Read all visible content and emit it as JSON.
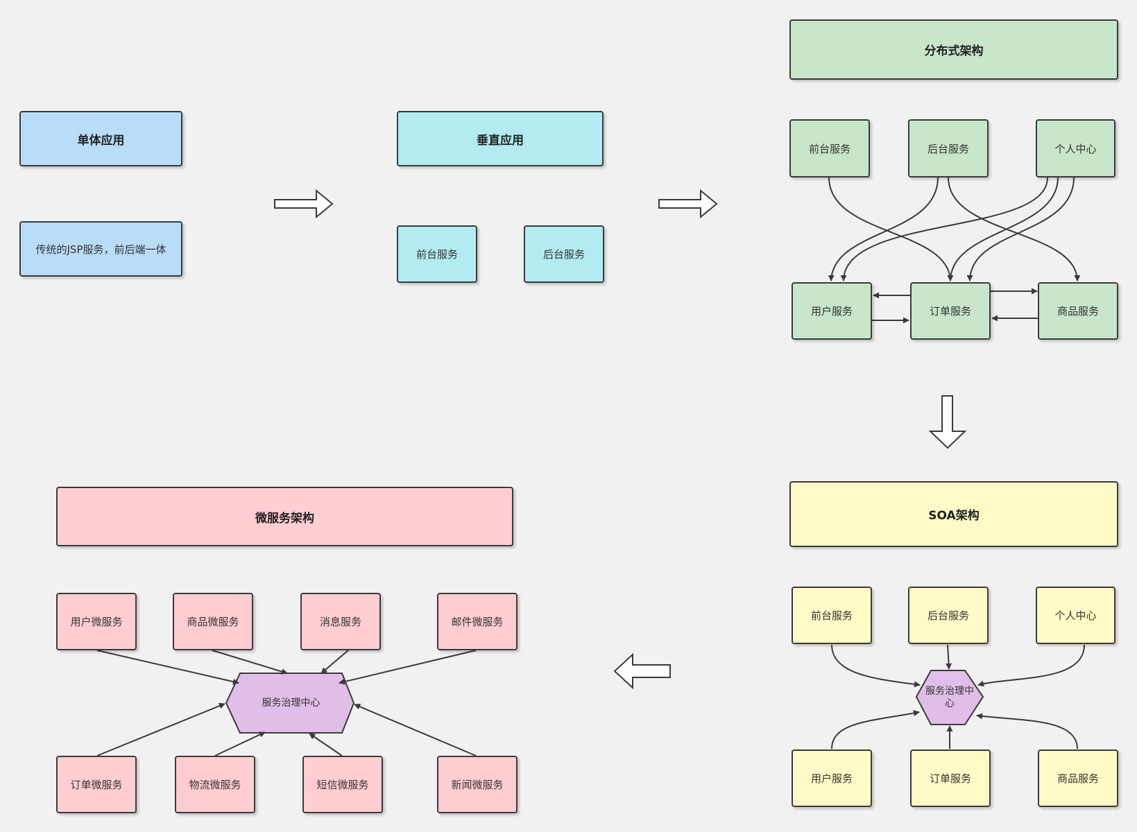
{
  "monolith": {
    "title": "单体应用",
    "desc": "传统的JSP服务，前后端一体"
  },
  "vertical": {
    "title": "垂直应用",
    "front": "前台服务",
    "back": "后台服务"
  },
  "distributed": {
    "title": "分布式架构",
    "front": "前台服务",
    "back": "后台服务",
    "personal": "个人中心",
    "user": "用户服务",
    "order": "订单服务",
    "goods": "商品服务"
  },
  "soa": {
    "title": "SOA架构",
    "front": "前台服务",
    "back": "后台服务",
    "personal": "个人中心",
    "hub": "服务治理中心",
    "user": "用户服务",
    "order": "订单服务",
    "goods": "商品服务"
  },
  "micro": {
    "title": "微服务架构",
    "hub": "服务治理中心",
    "user": "用户微服务",
    "goods": "商品微服务",
    "message": "消息服务",
    "mail": "邮件微服务",
    "order": "订单微服务",
    "logistics": "物流微服务",
    "sms": "短信微服务",
    "news": "新闻微服务"
  },
  "colors": {
    "monolith": "#b9dcf9",
    "vertical": "#b2ebf2",
    "distributed": "#c8e6c9",
    "soa": "#fffac6",
    "micro": "#ffcdd2",
    "hub": "#e1bee7",
    "line": "#3a3a3a"
  }
}
